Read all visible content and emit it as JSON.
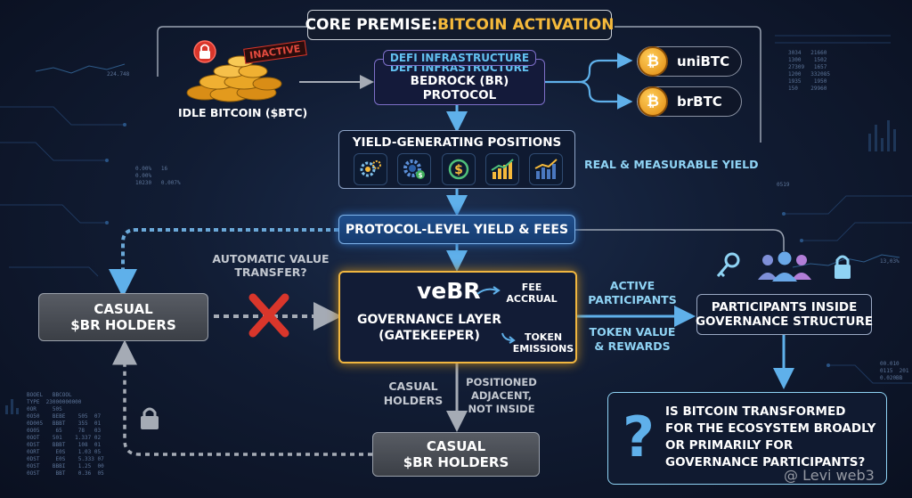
{
  "title": {
    "prefix": "CORE PREMISE: ",
    "highlight": "BITCOIN ACTIVATION"
  },
  "idle_btc": {
    "badge": "INACTIVE",
    "label": "IDLE BITCOIN ($BTC)"
  },
  "bedrock": {
    "subtitle": "DEFI INFRASTRUCTURE",
    "line1": "BEDROCK (BR)",
    "line2": "PROTOCOL"
  },
  "tokens": [
    {
      "symbol": "₿",
      "label": "uniBTC"
    },
    {
      "symbol": "₿",
      "label": "brBTC"
    }
  ],
  "yield_positions": {
    "label": "YIELD-GENERATING POSITIONS",
    "note": "REAL & MEASURABLE YIELD"
  },
  "protocol_fees": {
    "label": "PROTOCOL-LEVEL YIELD & FEES"
  },
  "transfer_question": {
    "line1": "AUTOMATIC VALUE",
    "line2": "TRANSFER?"
  },
  "casual_left": {
    "line1": "CASUAL",
    "line2": "$BR HOLDERS"
  },
  "vebr": {
    "name": "veBR",
    "fee1": "FEE",
    "fee2": "ACCRUAL",
    "line1": "GOVERNANCE LAYER",
    "line2": "(GATEKEEPER)",
    "emis1": "TOKEN",
    "emis2": "EMISSIONS"
  },
  "active": {
    "line1": "ACTIVE",
    "line2": "PARTICIPANTS"
  },
  "token_value": {
    "line1": "TOKEN VALUE",
    "line2": "& REWARDS"
  },
  "participants": {
    "line1": "PARTICIPANTS INSIDE",
    "line2": "GOVERNANCE STRUCTURE"
  },
  "casual_holders_label": {
    "line1": "CASUAL",
    "line2": "HOLDERS"
  },
  "positioned": {
    "line1": "POSITIONED",
    "line2": "ADJACENT,",
    "line3": "NOT INSIDE"
  },
  "casual_bottom": {
    "line1": "CASUAL",
    "line2": "$BR HOLDERS"
  },
  "question": {
    "mark": "?",
    "line1": "IS BITCOIN TRANSFORMED",
    "line2": "FOR THE ECOSYSTEM BROADLY",
    "line3": "OR PRIMARILY FOR",
    "line4": "GOVERNANCE PARTICIPANTS?"
  },
  "watermark": "@ Levi web3",
  "colors": {
    "accent": "#f5b93b",
    "blue": "#4aa3e8",
    "cyan": "#8fd3f4",
    "red": "#d9362b"
  }
}
